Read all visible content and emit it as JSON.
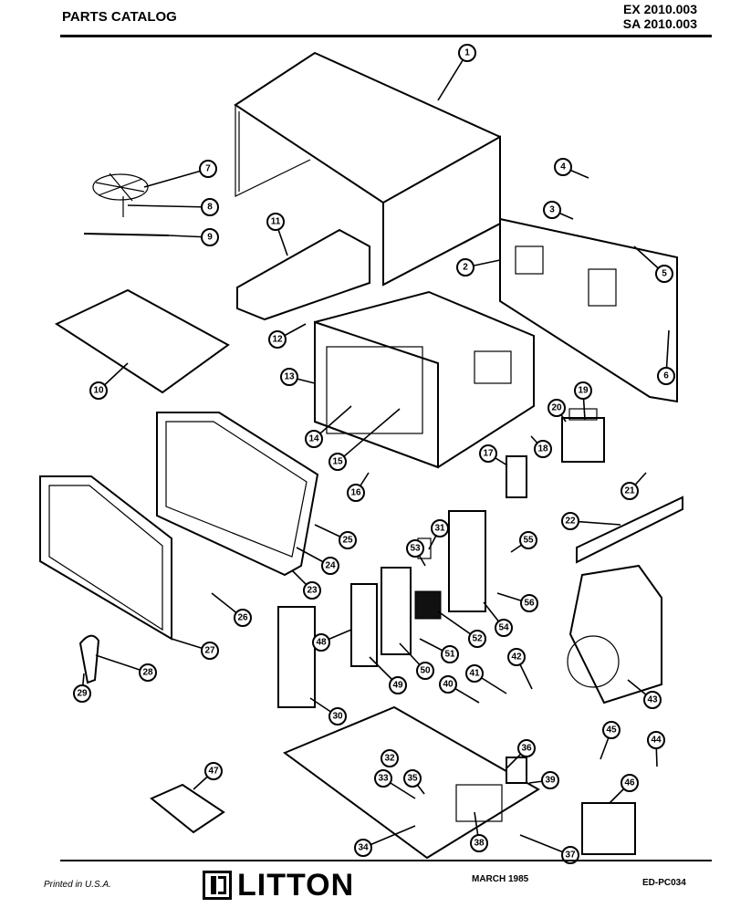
{
  "header": {
    "title": "PARTS CATALOG",
    "model_lines": [
      "EX 2010.003",
      "SA 2010.003"
    ]
  },
  "footer": {
    "printed": "Printed in U.S.A.",
    "brand": "LITTON",
    "date": "MARCH 1985",
    "code": "ED-PC034"
  },
  "callouts": [
    "1",
    "2",
    "3",
    "4",
    "5",
    "6",
    "7",
    "8",
    "9",
    "10",
    "11",
    "12",
    "13",
    "14",
    "15",
    "16",
    "17",
    "18",
    "19",
    "20",
    "21",
    "22",
    "23",
    "24",
    "25",
    "26",
    "27",
    "28",
    "29",
    "30",
    "31",
    "32",
    "33",
    "34",
    "35",
    "36",
    "37",
    "38",
    "39",
    "40",
    "41",
    "42",
    "43",
    "44",
    "45",
    "46",
    "47",
    "48",
    "49",
    "50",
    "51",
    "52",
    "53",
    "54",
    "55",
    "56"
  ]
}
